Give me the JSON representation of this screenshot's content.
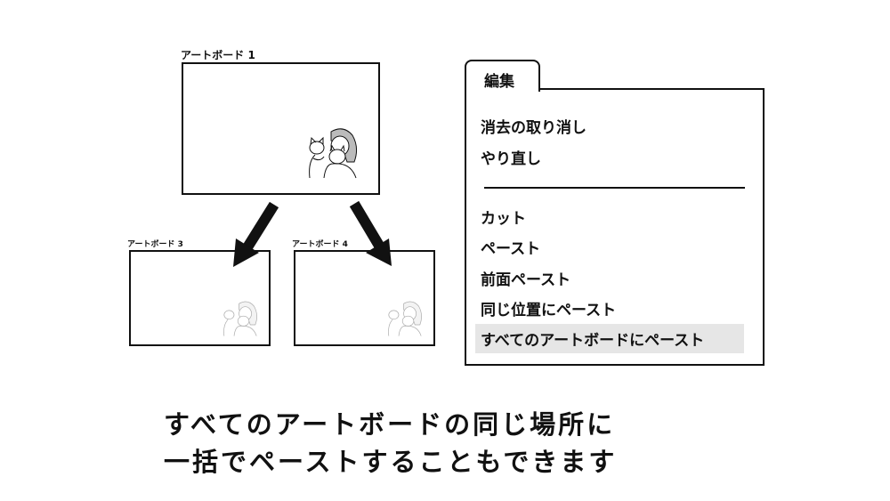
{
  "artboards": [
    {
      "label": "アートボード 1"
    },
    {
      "label": "アートボード 3"
    },
    {
      "label": "アートボード 4"
    }
  ],
  "menu": {
    "title": "編集",
    "items": [
      "消去の取り消し",
      "やり直し",
      "カット",
      "ペースト",
      "前面ペースト",
      "同じ位置にペースト",
      "すべてのアートボードにペースト"
    ]
  },
  "caption": {
    "line1": "すべてのアートボードの同じ場所に",
    "line2": "一括でペーストすることもできます"
  }
}
